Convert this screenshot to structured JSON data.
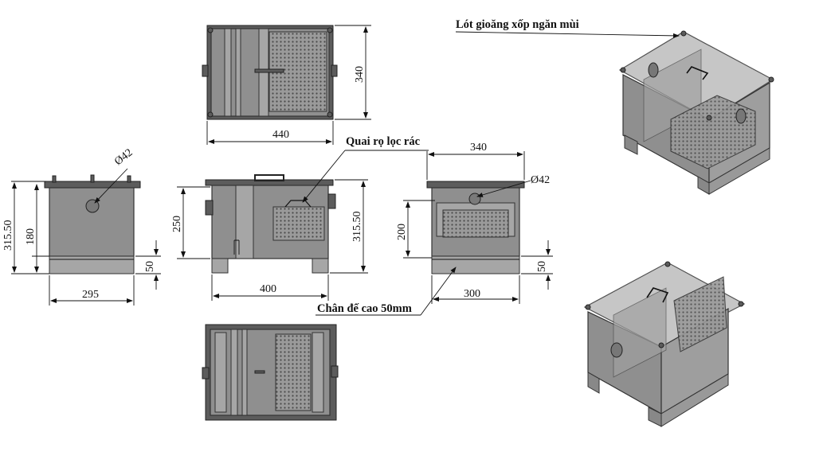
{
  "labels": {
    "gasket": "Lót gioăng xốp ngăn mùi",
    "basket_handle": "Quai rọ lọc rác",
    "base": "Chân đế cao 50mm"
  },
  "dims": {
    "top_width": "440",
    "top_height": "340",
    "left_width": "295",
    "left_total": "315.50",
    "left_180": "180",
    "left_50": "50",
    "left_phi": "Ø42",
    "front_width": "400",
    "front_250": "250",
    "front_total": "315.50",
    "right_top": "340",
    "right_bottom": "300",
    "right_200": "200",
    "right_50": "50",
    "right_phi": "Ø42"
  },
  "colors": {
    "steel": "#8f8f8f",
    "steel_light": "#a6a6a6",
    "steel_dark": "#5c5c5c",
    "line": "#111111"
  }
}
